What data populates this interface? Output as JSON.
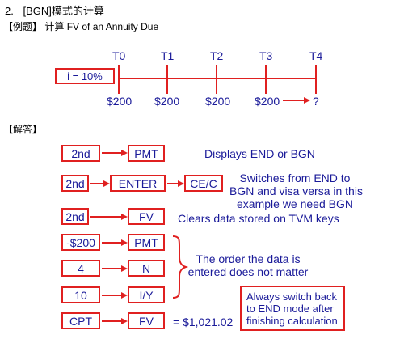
{
  "section": {
    "number": "2.",
    "title": "[BGN]模式的计算"
  },
  "example": {
    "label": "【例题】",
    "prefix": "计算",
    "text": "FV of an Annuity Due"
  },
  "timeline": {
    "rate": "i = 10%",
    "periods": [
      "T0",
      "T1",
      "T2",
      "T3",
      "T4"
    ],
    "payments": [
      "$200",
      "$200",
      "$200",
      "$200"
    ],
    "unknown": "?"
  },
  "answer_label": "【解答】",
  "steps": [
    {
      "keys": [
        "2nd",
        "PMT"
      ],
      "note": "Displays END or BGN"
    },
    {
      "keys": [
        "2nd",
        "ENTER",
        "CE/C"
      ],
      "note_lines": [
        "Switches from END to",
        "BGN and visa versa in this",
        "example we need BGN"
      ]
    },
    {
      "keys": [
        "2nd",
        "FV"
      ],
      "note": "Clears data stored on TVM keys"
    },
    {
      "keys": [
        "-$200",
        "PMT"
      ]
    },
    {
      "keys": [
        "4",
        "N"
      ]
    },
    {
      "keys": [
        "10",
        "I/Y"
      ]
    },
    {
      "keys": [
        "CPT",
        "FV"
      ],
      "result": "= $1,021.02"
    }
  ],
  "order_note": [
    "The order the data is",
    "entered does not matter"
  ],
  "reminder": [
    "Always switch back",
    "to END mode after",
    "finishing calculation"
  ],
  "colors": {
    "accent": "#e02020",
    "text": "#1a1a99"
  }
}
